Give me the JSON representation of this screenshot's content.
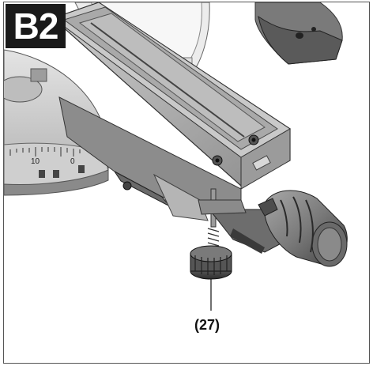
{
  "figure": {
    "badge_label": "B2",
    "callout_label": "(27)",
    "scale_numbers": [
      "10",
      "0"
    ]
  },
  "colors": {
    "badge_bg": "#1a1a1a",
    "badge_text": "#ffffff",
    "metal_light": "#d8d8d8",
    "metal_mid": "#9a9a9a",
    "metal_dark": "#4a4a4a"
  }
}
